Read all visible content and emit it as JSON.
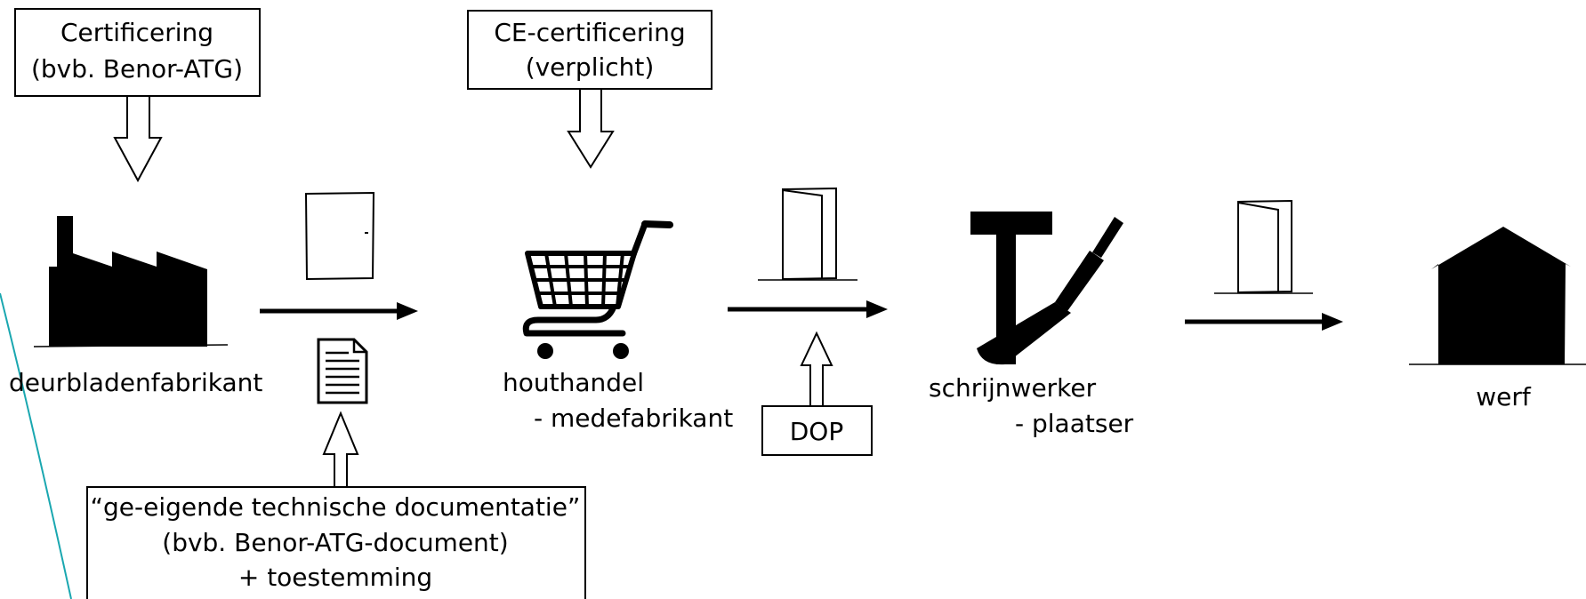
{
  "boxes": {
    "certificering": {
      "line1": "Certificering",
      "line2": "(bvb. Benor-ATG)"
    },
    "ce": {
      "line1": "CE-certificering",
      "line2": "(verplicht)"
    },
    "dop": {
      "label": "DOP"
    },
    "documentatie": {
      "line1": "“ge-eigende technische documentatie”",
      "line2": "(bvb. Benor-ATG-document)",
      "line3": "+ toestemming"
    }
  },
  "actors": {
    "fabrikant": {
      "label": "deurbladenfabrikant",
      "icon": "factory-icon"
    },
    "houthandel": {
      "label": "houthandel",
      "sublabel": "- medefabrikant",
      "icon": "shopping-cart-icon"
    },
    "schrijnwerker": {
      "label": "schrijnwerker",
      "sublabel": "- plaatser",
      "icon": "hammer-screwdriver-icon"
    },
    "werf": {
      "label": "werf",
      "icon": "house-icon"
    }
  },
  "icons": [
    "door-icon",
    "document-icon",
    "arrow-right-icon",
    "hollow-arrow-down-icon",
    "hollow-arrow-up-icon"
  ],
  "colors": {
    "ink": "#000000",
    "accent_curve": "#1aa7b0",
    "background": "#ffffff"
  }
}
